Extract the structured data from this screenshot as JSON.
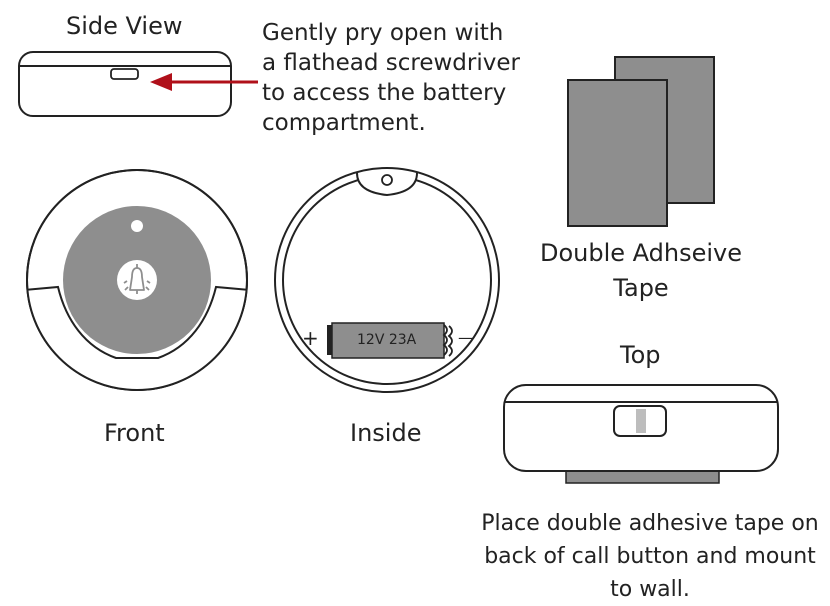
{
  "side_view": {
    "title": "Side View",
    "instruction_lines": [
      "Gently pry open with",
      "a flathead screwdriver",
      "to access the battery",
      "compartment."
    ],
    "arrow_color": "#b0101a"
  },
  "front": {
    "caption": "Front",
    "button_color": "#8e8e8e"
  },
  "inside": {
    "caption": "Inside",
    "battery_label": "12V 23A",
    "plus": "+",
    "minus": "—"
  },
  "tape": {
    "caption_lines": [
      "Double Adhseive",
      "Tape"
    ],
    "fill_color": "#8e8e8e"
  },
  "top": {
    "title": "Top",
    "instruction_lines": [
      "Place double adhesive tape on",
      "back of call button and mount",
      "to wall."
    ]
  }
}
